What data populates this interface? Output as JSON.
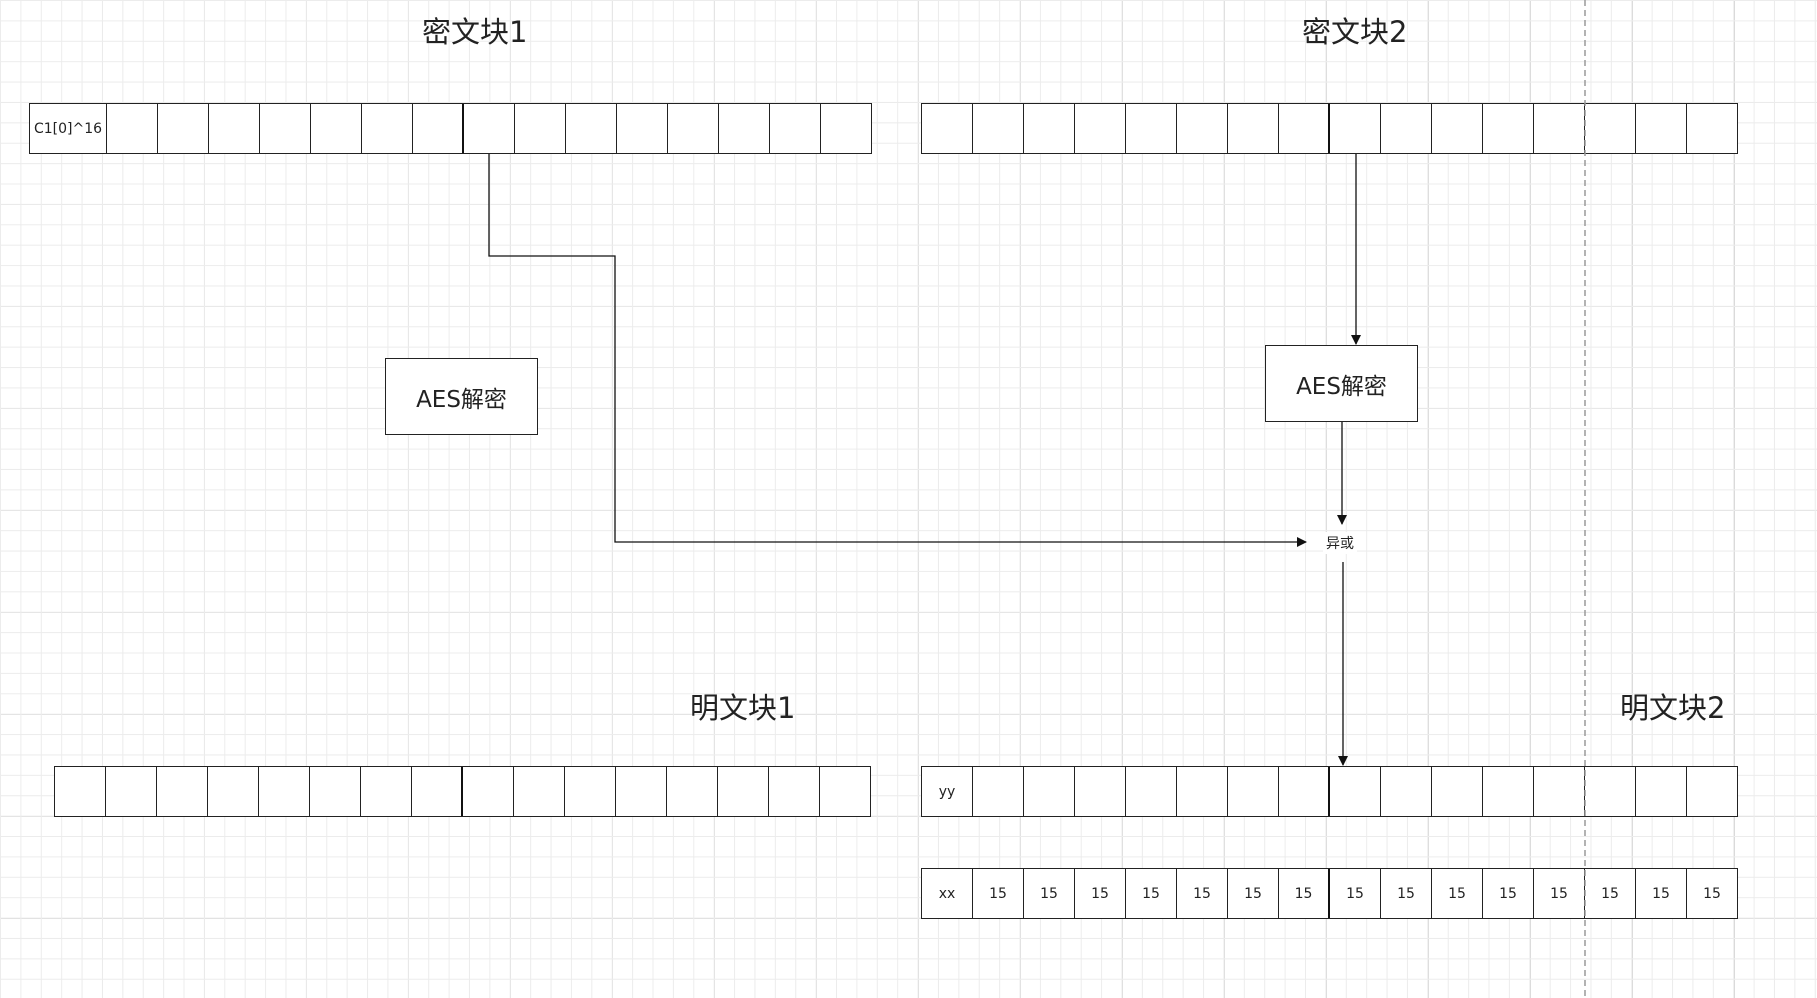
{
  "titles": {
    "cipher1": "密文块1",
    "cipher2": "密文块2",
    "plain1": "明文块1",
    "plain2": "明文块2"
  },
  "rows": {
    "cipher1": [
      "C1[0]^16",
      "",
      "",
      "",
      "",
      "",
      "",
      "",
      "",
      "",
      "",
      "",
      "",
      "",
      "",
      ""
    ],
    "cipher2": [
      "",
      "",
      "",
      "",
      "",
      "",
      "",
      "",
      "",
      "",
      "",
      "",
      "",
      "",
      "",
      ""
    ],
    "plain1": [
      "",
      "",
      "",
      "",
      "",
      "",
      "",
      "",
      "",
      "",
      "",
      "",
      "",
      "",
      "",
      ""
    ],
    "plain2": [
      "yy",
      "",
      "",
      "",
      "",
      "",
      "",
      "",
      "",
      "",
      "",
      "",
      "",
      "",
      "",
      ""
    ],
    "padding": [
      "xx",
      "15",
      "15",
      "15",
      "15",
      "15",
      "15",
      "15",
      "15",
      "15",
      "15",
      "15",
      "15",
      "15",
      "15",
      "15"
    ]
  },
  "boxes": {
    "decrypt1": "AES解密",
    "decrypt2": "AES解密"
  },
  "xor_label": "异或"
}
